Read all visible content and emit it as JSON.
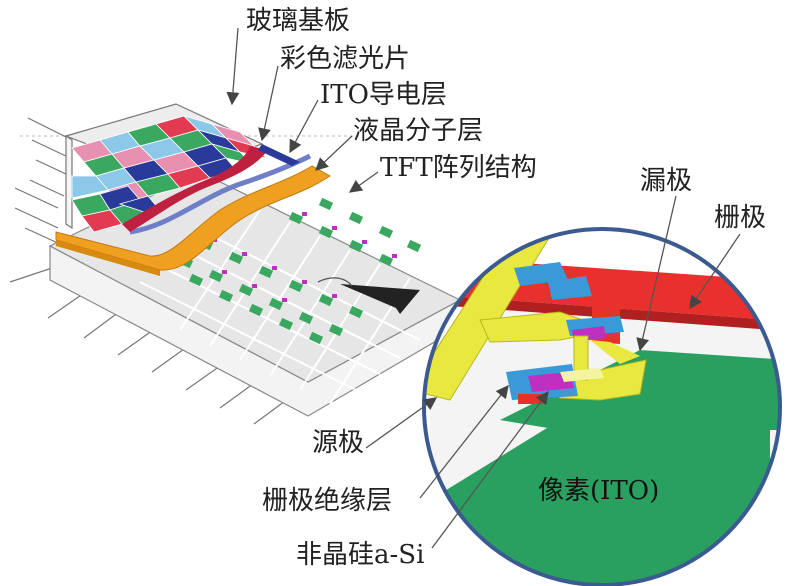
{
  "labels": {
    "glass_substrate": "玻璃基板",
    "color_filter": "彩色滤光片",
    "ito_layer": "ITO导电层",
    "liquid_crystal": "液晶分子层",
    "tft_array": "TFT阵列结构",
    "drain": "漏极",
    "gate": "栅极",
    "source": "源极",
    "gate_insulator": "栅极绝缘层",
    "amorphous_si": "非晶硅a-Si",
    "pixel": "像素(ITO)"
  },
  "colors": {
    "filter_red": "#e23a50",
    "filter_green": "#3aa860",
    "filter_blue": "#2a3a9a",
    "filter_pink": "#e890b0",
    "filter_cyan": "#8cc8e8",
    "lc_orange": "#f0a020",
    "gate_red": "#e8302c",
    "source_yellow": "#e8e840",
    "pixel_green": "#2aa060",
    "insulator_blue": "#3a9ad8",
    "asi_magenta": "#c030c0",
    "circle_border": "#3a5a90"
  }
}
